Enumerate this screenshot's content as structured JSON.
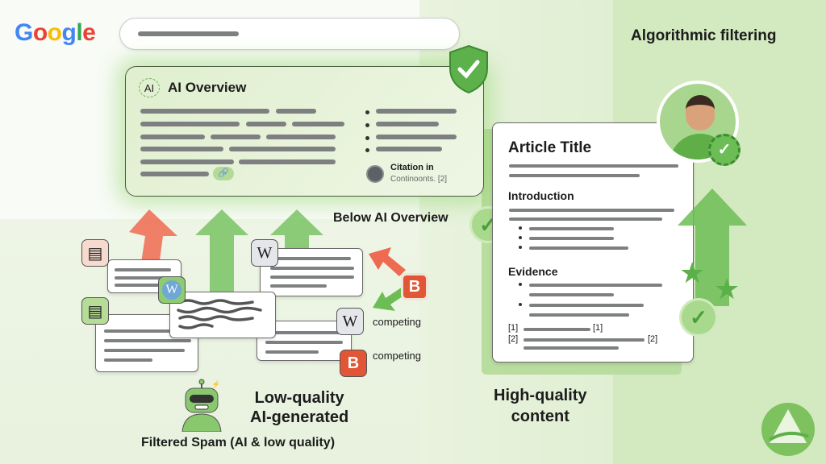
{
  "google_logo": "Google",
  "ai_overview": {
    "icon_label": "AI",
    "title": "AI Overview",
    "citation_title": "Citation in",
    "citation_sub": "Continoonts. [2]"
  },
  "below_label": "Below AI Overview",
  "algorithmic_label": "Algorithmic filtering",
  "article": {
    "title": "Article Title",
    "section1": "Introduction",
    "section2": "Evidence",
    "ref1": "[1]",
    "ref1b": "[1]",
    "ref2": "[2]",
    "ref2b": "[2]"
  },
  "high_quality": [
    "High-quality",
    "content"
  ],
  "low_quality": [
    "Low-quality",
    "AI-generated"
  ],
  "filtered_label": "Filtered Spam (AI & low quality)",
  "competing": [
    "competing",
    "competing"
  ],
  "icons": {
    "wikipedia": "W",
    "blogger": "B"
  },
  "colors": {
    "accent": "#5cb04a",
    "warning": "#e8563d",
    "panel": "#e4f1d6"
  }
}
